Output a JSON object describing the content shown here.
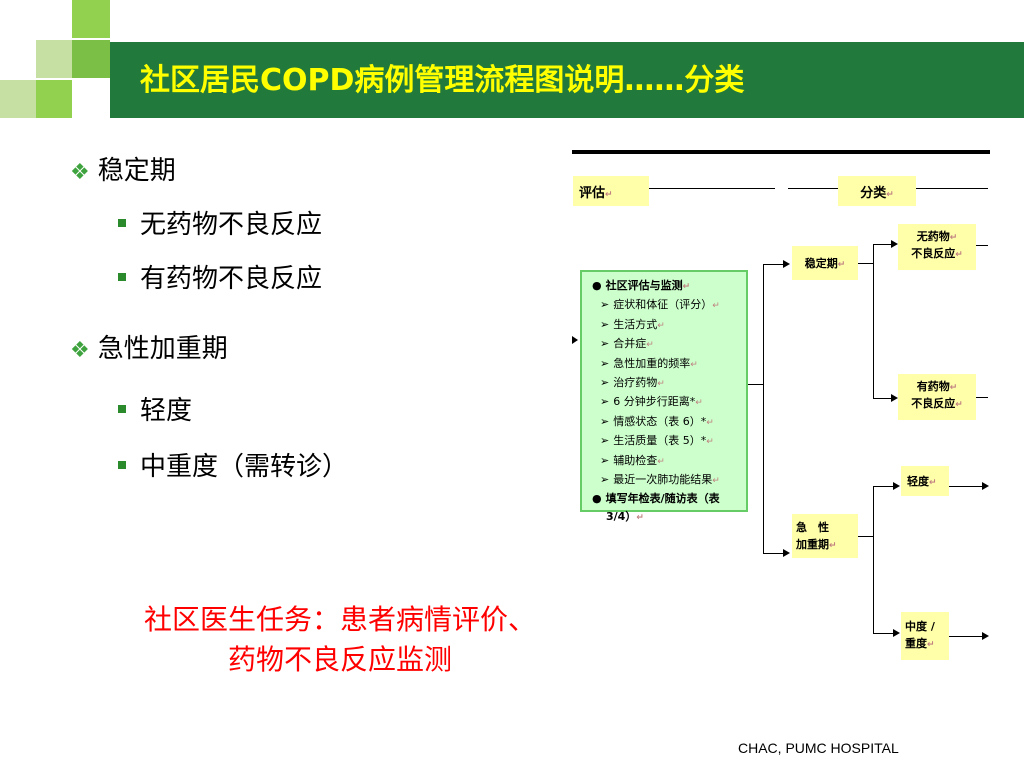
{
  "title": "社区居民COPD病例管理流程图说明……分类",
  "bullets": {
    "stable": "稳定期",
    "stable_items": [
      "无药物不良反应",
      "有药物不良反应"
    ],
    "acute": "急性加重期",
    "acute_items": [
      "轻度",
      "中重度（需转诊）"
    ]
  },
  "task": {
    "line1": "社区医生任务：患者病情评价、",
    "line2": "药物不良反应监测"
  },
  "flowchart": {
    "header_left": "评估",
    "header_right": "分类",
    "return_mark": "↵",
    "eval_box": {
      "items": [
        {
          "marker": "●",
          "text": "社区评估与监测",
          "bold": true
        },
        {
          "marker": "➢",
          "text": "症状和体征（评分）"
        },
        {
          "marker": "➢",
          "text": "生活方式"
        },
        {
          "marker": "➢",
          "text": "合并症"
        },
        {
          "marker": "➢",
          "text": "急性加重的频率"
        },
        {
          "marker": "➢",
          "text": "治疗药物"
        },
        {
          "marker": "➢",
          "text": "6 分钟步行距离*"
        },
        {
          "marker": "➢",
          "text": "情感状态（表 6）*"
        },
        {
          "marker": "➢",
          "text": "生活质量（表 5）*"
        },
        {
          "marker": "➢",
          "text": "辅助检查"
        },
        {
          "marker": "➢",
          "text": "最近一次肺功能结果"
        },
        {
          "marker": "●",
          "text": "填写年检表/随访表（表",
          "bold": true
        },
        {
          "marker": "",
          "text": "3/4）",
          "bold": true
        }
      ]
    },
    "stable": "稳定期",
    "acute_line1": "急　性",
    "acute_line2": "加重期",
    "no_adr_line1": "无药物",
    "no_adr_line2": "不良反应",
    "adr_line1": "有药物",
    "adr_line2": "不良反应",
    "mild": "轻度",
    "severe_line1": "中度 /",
    "severe_line2": "重度"
  },
  "footer": "CHAC, PUMC HOSPITAL",
  "colors": {
    "title_bar": "#217a3c",
    "title_text": "#ffff00",
    "task_text": "#ff0000",
    "box_yellow": "#ffffaa",
    "box_green": "#ccffcc",
    "bullet_green": "#3ea33e"
  }
}
